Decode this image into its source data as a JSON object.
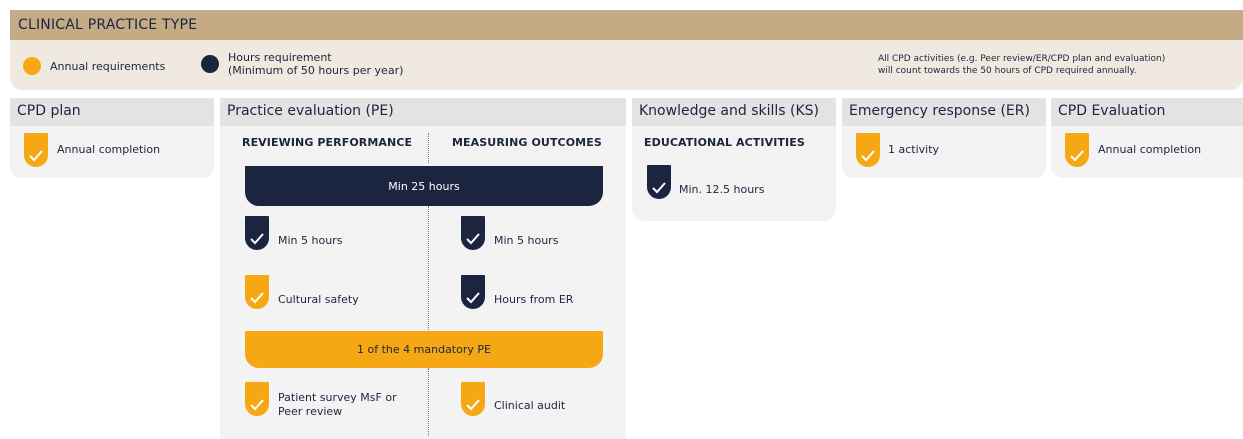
{
  "header": {
    "title": "CLINICAL PRACTICE TYPE"
  },
  "legend": {
    "annual": "Annual requirements",
    "hours_line1": "Hours requirement",
    "hours_line2": "(Minimum of 50 hours per year)",
    "note_line1": "All CPD activities (e.g. Peer review/ER/CPD plan and evaluation)",
    "note_line2": "will count towards the 50 hours of CPD required annually."
  },
  "colors": {
    "gold": "#f5a814",
    "navy": "#1b2540",
    "tan": "#c4aa85"
  },
  "columns": {
    "cpd_plan": {
      "title": "CPD plan",
      "item": "Annual completion"
    },
    "pe": {
      "title": "Practice evaluation (PE)",
      "left_head": "REVIEWING PERFORMANCE",
      "right_head": "MEASURING OUTCOMES",
      "min_total": "Min 25 hours",
      "left_min": "Min 5 hours",
      "right_min": "Min 5 hours",
      "cultural": "Cultural safety",
      "hours_er": "Hours from ER",
      "mandatory": "1 of the 4 mandatory PE",
      "patient_line1": "Patient survey MsF or",
      "patient_line2": "Peer review",
      "audit": "Clinical audit"
    },
    "ks": {
      "title": "Knowledge and skills (KS)",
      "head": "EDUCATIONAL ACTIVITIES",
      "item": "Min. 12.5 hours"
    },
    "er": {
      "title": "Emergency response (ER)",
      "item": "1 activity"
    },
    "eval": {
      "title": "CPD Evaluation",
      "item": "Annual completion"
    }
  }
}
